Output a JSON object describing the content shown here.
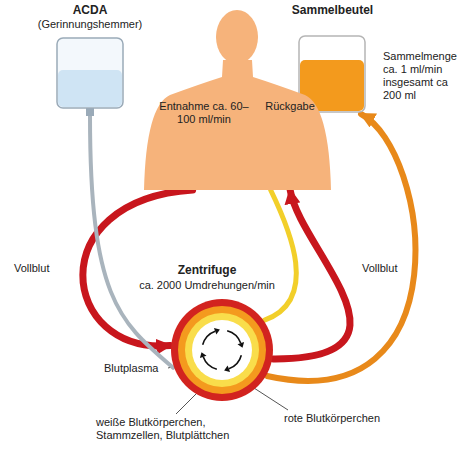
{
  "diagram": {
    "nodes": [
      {
        "text": [
          "ACDA",
          "(Gerinnungshemmer)"
        ]
      },
      {
        "text": [
          "Sammelbeutel",
          "Sammelmenge ca. 1 ml/min insgesamt ca 200 ml"
        ]
      },
      {
        "text": [
          "Entnahme ca. 60–100 ml/min",
          "Rückgabe"
        ]
      },
      {
        "text": [
          "Zentrifuge",
          "ca. 2000 Umdrehungen/min"
        ]
      }
    ],
    "edges": [
      {
        "from": 2,
        "to": 3,
        "label": "Vollblut",
        "arrow": "to"
      },
      {
        "from": 3,
        "to": 2,
        "label": "Vollblut",
        "arrow": "to"
      },
      {
        "from": 0,
        "to": 3,
        "arrow": "none"
      },
      {
        "from": 3,
        "to": 1,
        "arrow": "to"
      },
      {
        "from": 3,
        "to": 2,
        "arrow": "none"
      }
    ],
    "labels": [
      "Blutplasma",
      "weiße Blutkörperchen, Stammzellen, Blutplättchen",
      "rote Blutkörperchen"
    ]
  }
}
